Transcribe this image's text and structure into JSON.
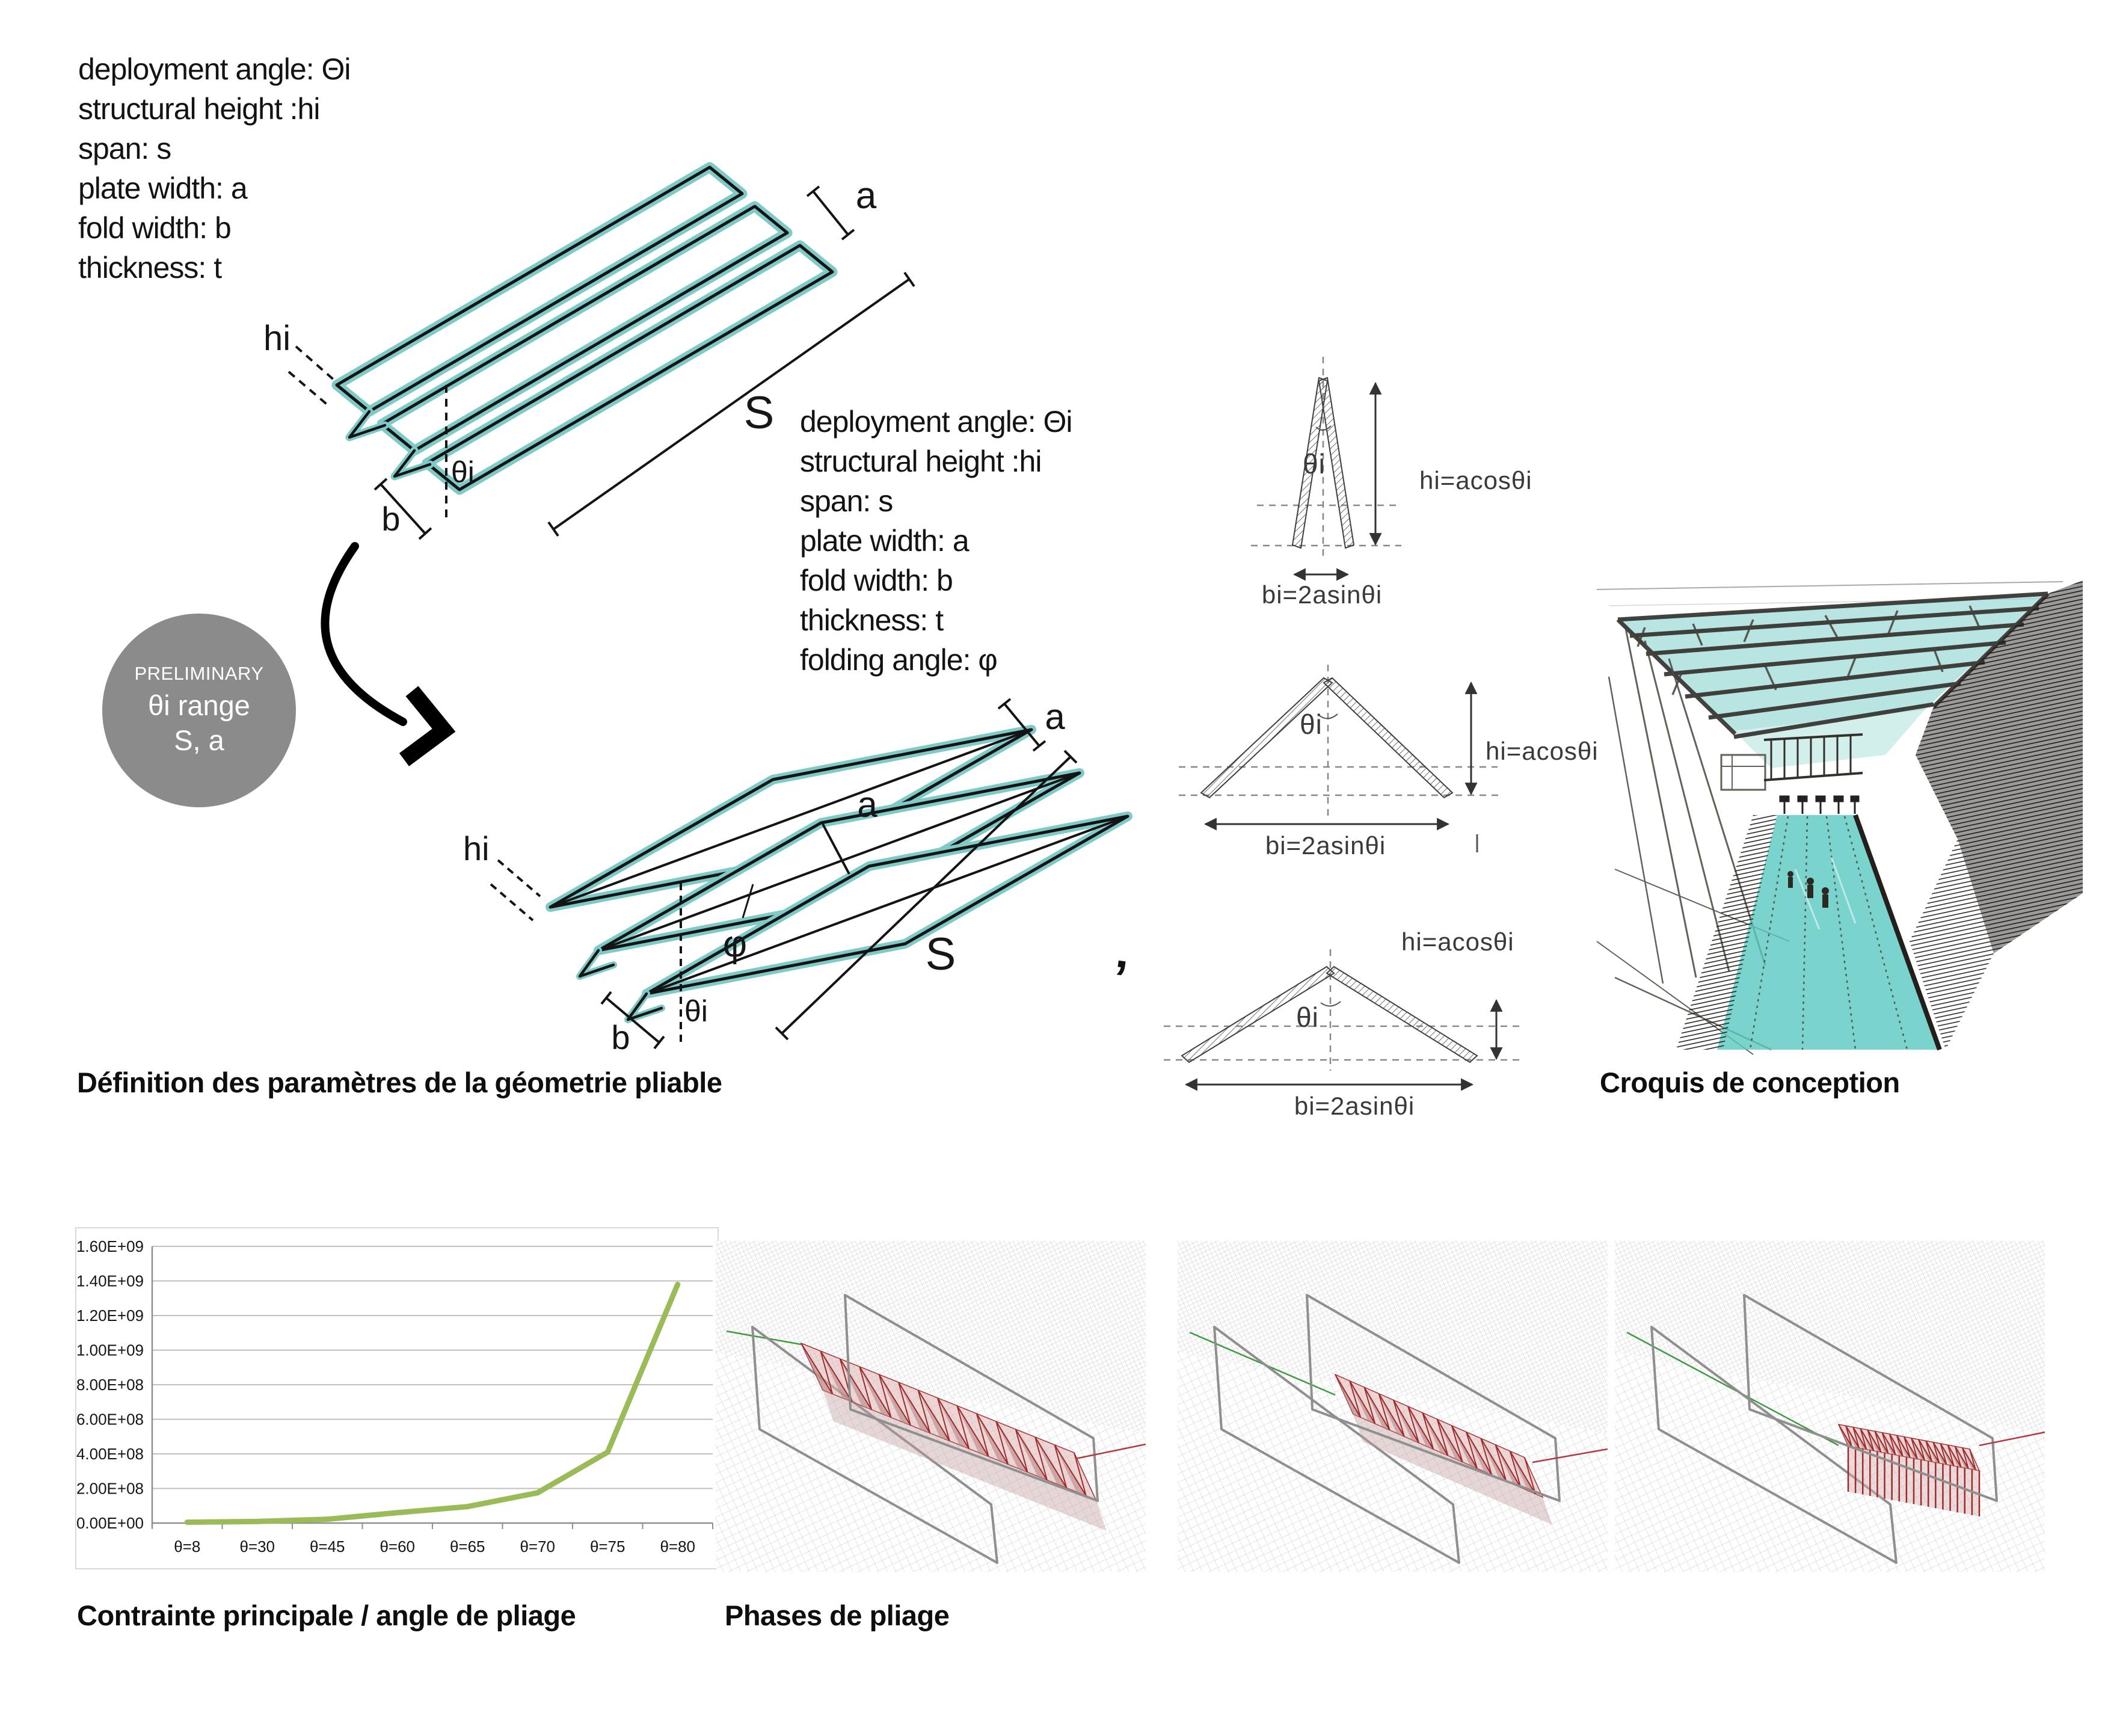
{
  "colors": {
    "teal_accent": "#7fc9c6",
    "chart_line_green": "#9bbb59",
    "render_red": "#a03232",
    "badge_gray": "#8b8b8b",
    "ink_black": "#141414"
  },
  "params_top": {
    "lines": [
      "deployment angle: Θi",
      "structural height :hi",
      "span: s",
      "plate width: a",
      "fold width: b",
      "thickness: t"
    ]
  },
  "params_mid": {
    "lines": [
      "deployment angle: Θi",
      "structural height :hi",
      "span: s",
      "plate width: a",
      "fold width: b",
      "thickness: t",
      "folding angle: φ"
    ]
  },
  "badge": {
    "line1": "PRELIMINARY",
    "line2": "θi range",
    "line3": "S, a"
  },
  "diagram_flat": {
    "label_hi": "hi",
    "label_a": "a",
    "label_s": "S",
    "label_b": "b",
    "label_theta": "θi"
  },
  "diagram_folded": {
    "label_hi": "hi",
    "label_a_top": "a",
    "label_a_mid": "a",
    "label_s": "S",
    "label_b": "b",
    "label_theta": "θi",
    "label_phi": "φ"
  },
  "sections": {
    "s1": {
      "theta": "θi",
      "h": "hi=acosθi",
      "b": "bi=2asinθi"
    },
    "s2": {
      "theta": "θi",
      "h": "hi=acosθi",
      "b": "bi=2asinθi"
    },
    "s3": {
      "theta": "θi",
      "h": "hi=acosθi",
      "b": "bi=2asinθi"
    }
  },
  "captions": {
    "definition": "Définition des paramètres de la géometrie pliable",
    "croquis": "Croquis de conception",
    "contrainte": "Contrainte principale / angle de pliage",
    "phases": "Phases de pliage"
  },
  "stray_mark": "’",
  "chart_data": {
    "type": "line",
    "title": "Contrainte principale / angle de pliage",
    "categories": [
      "θ=8",
      "θ=30",
      "θ=45",
      "θ=60",
      "θ=65",
      "θ=70",
      "θ=75",
      "θ=80"
    ],
    "values": [
      5000000,
      9000000,
      22000000,
      60000000,
      95000000,
      175000000,
      410000000,
      1380000000
    ],
    "ylim": [
      0,
      1600000000
    ],
    "ytick_step": 200000000,
    "ytick_labels": [
      "0.00E+00",
      "2.00E+08",
      "4.00E+08",
      "6.00E+08",
      "8.00E+08",
      "1.00E+09",
      "1.20E+09",
      "1.40E+09",
      "1.60E+09"
    ],
    "xlabel": "",
    "ylabel": "",
    "grid": true,
    "legend": false,
    "line_color": "#9bbb59"
  }
}
